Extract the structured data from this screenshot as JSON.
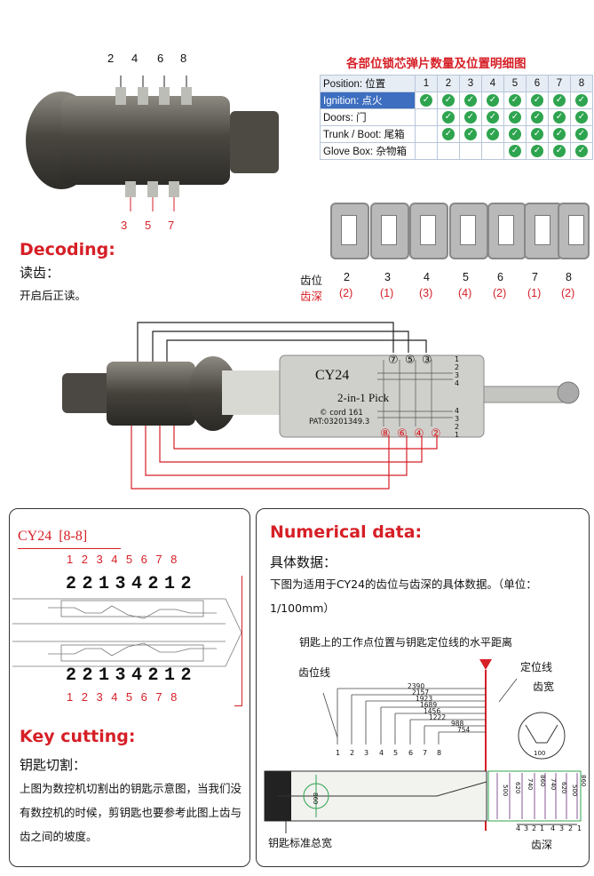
{
  "top": {
    "pin_numbers_top": [
      "2",
      "4",
      "6",
      "8"
    ],
    "pin_numbers_bottom": [
      "3",
      "5",
      "7"
    ],
    "table_title": "各部位锁芯弹片数量及位置明细图",
    "table": {
      "header_label": "Position: 位置",
      "columns": [
        "1",
        "2",
        "3",
        "4",
        "5",
        "6",
        "7",
        "8"
      ],
      "rows": [
        {
          "label": "Ignition: 点火",
          "checks": [
            1,
            1,
            1,
            1,
            1,
            1,
            1,
            1
          ]
        },
        {
          "label": "Doors: 门",
          "checks": [
            0,
            1,
            1,
            1,
            1,
            1,
            1,
            1
          ]
        },
        {
          "label": "Trunk / Boot: 尾箱",
          "checks": [
            0,
            1,
            1,
            1,
            1,
            1,
            1,
            1
          ]
        },
        {
          "label": "Glove Box: 杂物箱",
          "checks": [
            0,
            0,
            0,
            0,
            1,
            1,
            1,
            1
          ]
        }
      ],
      "check_color": "#2ea44f"
    }
  },
  "decoding": {
    "title": "Decoding:",
    "subtitle": "读齿：",
    "note": "开启后正读。",
    "position_label": "齿位",
    "depth_label": "齿深",
    "positions": [
      "2",
      "3",
      "4",
      "5",
      "6",
      "7",
      "8"
    ],
    "depths": [
      "(2)",
      "(1)",
      "(3)",
      "(4)",
      "(2)",
      "(1)",
      "(2)"
    ]
  },
  "pick": {
    "name": "CY24",
    "subtitle": "2-in-1 Pick",
    "copyright": "© cord 161",
    "patent": "PAT:03201349.3",
    "top_circles": [
      "⑦",
      "⑤",
      "③"
    ],
    "bottom_circles": [
      "⑧",
      "⑥",
      "④",
      "②"
    ],
    "scale_top": [
      "1",
      "2",
      "3",
      "4"
    ],
    "scale_bottom": [
      "4",
      "3",
      "2",
      "1"
    ]
  },
  "key_panel": {
    "code_label": "CY24  [8-8]",
    "index_top": "12345678",
    "digits_top": "22134212",
    "digits_bottom": "22134212",
    "index_bottom": "12345678",
    "title": "Key cutting:",
    "subtitle": "钥匙切割：",
    "body": "上图为数控机切割出的钥匙示意图，当我们没有数控机的时候，剪钥匙也要参考此图上齿与齿之间的坡度。"
  },
  "numerical_panel": {
    "title": "Numerical data:",
    "subtitle": "具体数据：",
    "body": "下图为适用于CY24的齿位与齿深的具体数据。（单位：1/100mm）",
    "diagram_caption": "钥匙上的工作点位置与钥匙定位线的水平距离",
    "label_position_line": "齿位线",
    "label_locate_line": "定位线",
    "label_tooth_width": "齿宽",
    "tooth_width_value": "100",
    "distances": [
      "2390",
      "2157",
      "1923",
      "1689",
      "1456",
      "1222",
      "988",
      "754"
    ],
    "position_numbers": [
      "1",
      "2",
      "3",
      "4",
      "5",
      "6",
      "7",
      "8"
    ],
    "key_width_value": "860",
    "depth_values": [
      "500",
      "620",
      "740",
      "860"
    ],
    "depth_values_right": [
      "740",
      "620",
      "500",
      "860"
    ],
    "depth_index": [
      "4",
      "3",
      "2",
      "1",
      "4",
      "3",
      "2",
      "1"
    ],
    "label_key_width": "钥匙标准总宽",
    "label_depth": "齿深"
  }
}
